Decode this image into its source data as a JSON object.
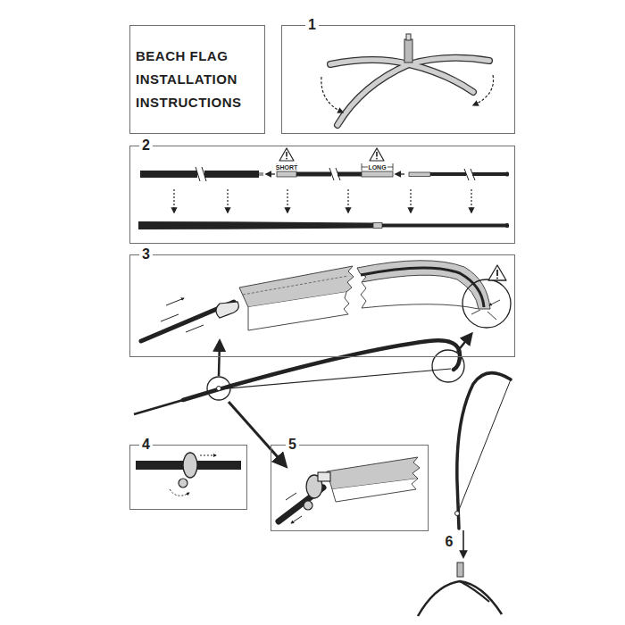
{
  "diagram": {
    "nodes": [
      {
        "text": [
          "BEACH FLAG INSTALLATION INSTRUCTIONS"
        ]
      },
      {
        "text": [
          "1"
        ]
      },
      {
        "text": [
          "2"
        ]
      },
      {
        "text": [
          "3"
        ]
      },
      {
        "text": [
          "4"
        ]
      },
      {
        "text": [
          "5"
        ]
      }
    ],
    "labels": [
      "SHORT",
      "LONG",
      "6"
    ]
  }
}
